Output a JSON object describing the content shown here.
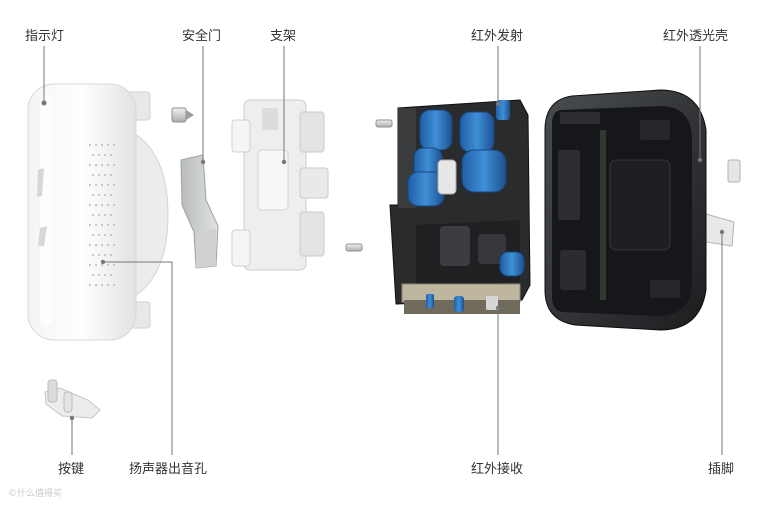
{
  "labels": {
    "indicator": "指示灯",
    "safety_door": "安全门",
    "bracket": "支架",
    "ir_emit": "红外发射",
    "ir_shell": "红外透光壳",
    "button": "按键",
    "speaker_holes": "扬声器出音孔",
    "ir_receive": "红外接收",
    "pins": "插脚"
  },
  "watermark": "©什么值得买"
}
